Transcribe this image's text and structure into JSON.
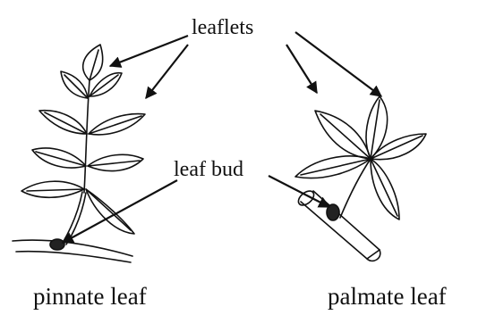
{
  "labels": {
    "leaflets": "leaflets",
    "leaf_bud": "leaf bud",
    "pinnate": "pinnate leaf",
    "palmate": "palmate leaf"
  },
  "colors": {
    "ink": "#111111",
    "background": "#ffffff"
  }
}
